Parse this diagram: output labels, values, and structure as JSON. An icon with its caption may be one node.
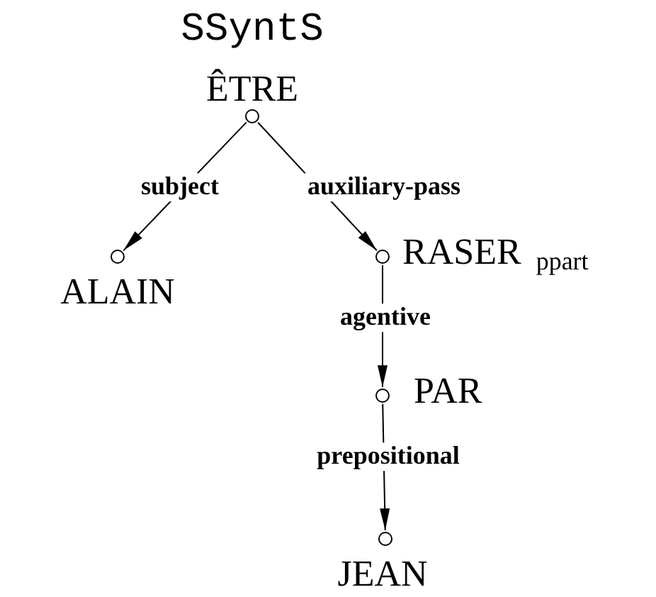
{
  "diagram": {
    "title": "SSyntS",
    "nodes": [
      {
        "text": [],
        "shape": "circle",
        "beside": [
          "ÊTRE"
        ]
      },
      {
        "text": [],
        "shape": "circle",
        "beside": [
          "ALAIN"
        ]
      },
      {
        "text": [],
        "shape": "circle",
        "beside": [
          "RASER $_{ppart}$"
        ]
      },
      {
        "text": [],
        "shape": "circle",
        "beside": [
          "PAR"
        ]
      },
      {
        "text": [],
        "shape": "circle",
        "beside": [
          "JEAN"
        ]
      }
    ],
    "edges": [
      {
        "from": 0,
        "to": 1,
        "arrow": "to",
        "label": "subject"
      },
      {
        "from": 0,
        "to": 2,
        "arrow": "to",
        "label": "auxiliary-pass"
      },
      {
        "from": 2,
        "to": 3,
        "arrow": "to",
        "label": "agentive"
      },
      {
        "from": 3,
        "to": 4,
        "arrow": "to",
        "label": "prepositional"
      }
    ]
  }
}
